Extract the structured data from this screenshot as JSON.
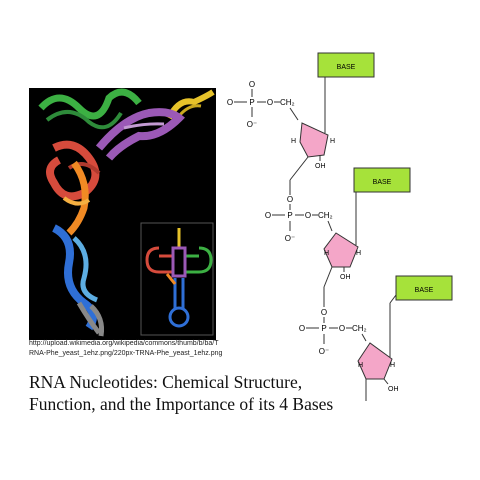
{
  "source_url": {
    "line1": "http://upload.wikimedia.org/wikipedia/commons/thumb/b/ba/T",
    "line2": "RNA-Phe_yeast_1ehz.png/220px-TRNA-Phe_yeast_1ehz.png"
  },
  "title": {
    "line1": "RNA Nucleotides: Chemical Structure,",
    "line2": "Function, and the Importance of its 4 Bases"
  },
  "diagram": {
    "base_label": "BASE",
    "phosphate_o": "O",
    "phosphate_p": "P",
    "o_minus": "O⁻",
    "ch2": "CH₂",
    "h": "H",
    "oh": "OH",
    "colors": {
      "base_fill": "#a6e23a",
      "sugar_fill": "#f4a6c8",
      "line": "#333333"
    }
  },
  "photo": {
    "colors": {
      "background": "#000000",
      "acceptor": "#e6c22a",
      "strand_green": "#3cb043",
      "strand_purple": "#9b59b6",
      "strand_red": "#d64b3c",
      "strand_orange": "#f08a24",
      "strand_blue": "#2f6fd6",
      "strand_gray": "#888888"
    }
  }
}
